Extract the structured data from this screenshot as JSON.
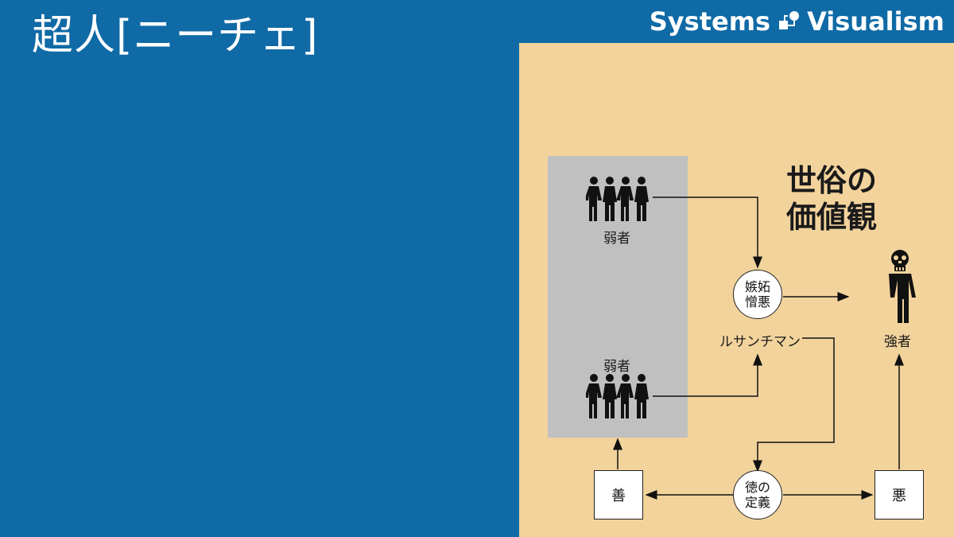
{
  "header": {
    "title": "超人[ニーチェ]",
    "brand_left": "Systems",
    "brand_right": "Visualism"
  },
  "diagram": {
    "heading_line1": "世俗の",
    "heading_line2": "価値観",
    "weak_top_label": "弱者",
    "weak_bottom_label": "弱者",
    "envy_line1": "嫉妬",
    "envy_line2": "憎悪",
    "ressentiment_label": "ルサンチマン",
    "strong_label": "強者",
    "virtue_line1": "徳の",
    "virtue_line2": "定義",
    "good_label": "善",
    "evil_label": "悪"
  },
  "colors": {
    "background": "#0f6aa6",
    "panel": "#f2d39c",
    "group_box": "#c0c0c0"
  },
  "icons": [
    "logo-icon",
    "people-group-icon",
    "skull-person-icon"
  ]
}
